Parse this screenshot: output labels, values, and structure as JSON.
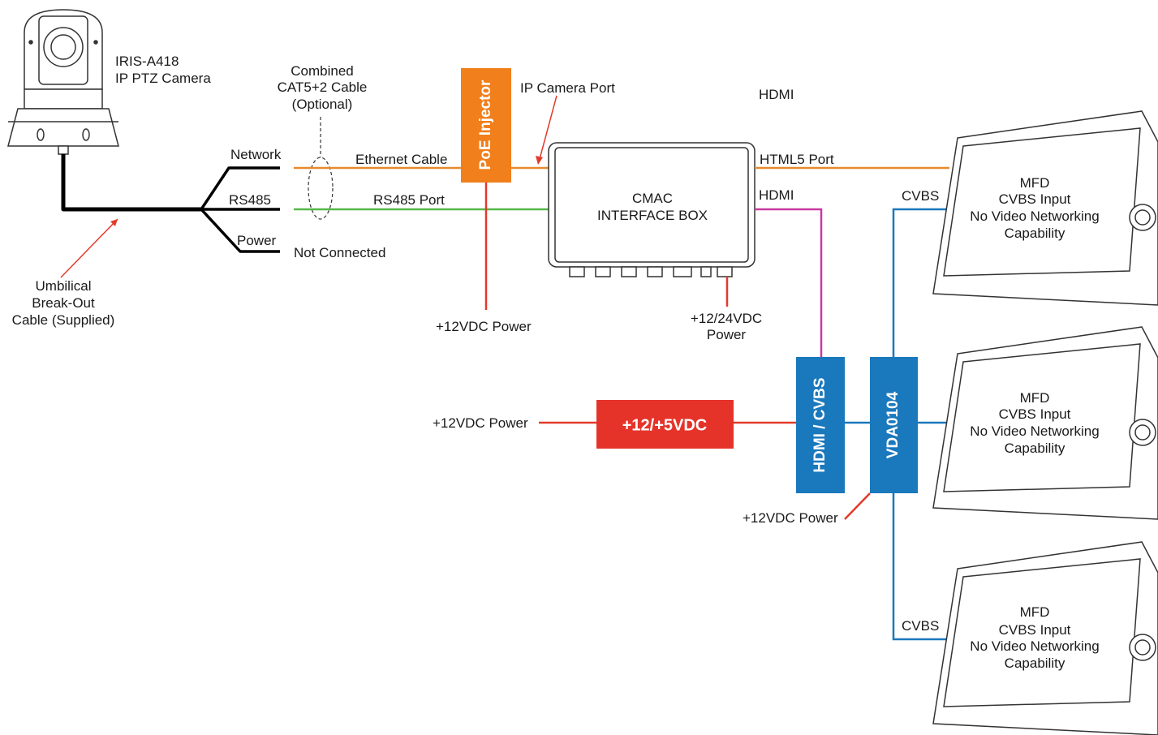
{
  "camera": {
    "label_line1": "IRIS-A418",
    "label_line2": "IP PTZ Camera"
  },
  "umbilical": {
    "line1": "Umbilical",
    "line2": "Break-Out",
    "line3": "Cable (Supplied)"
  },
  "breakout": {
    "network": "Network",
    "rs485": "RS485",
    "power": "Power"
  },
  "combined_cable": {
    "line1": "Combined",
    "line2": "CAT5+2 Cable",
    "line3": "(Optional)"
  },
  "cables": {
    "ethernet": "Ethernet Cable",
    "rs485_port": "RS485 Port",
    "not_connected": "Not Connected",
    "ip_camera_port": "IP Camera Port",
    "html5_port": "HTML5 Port",
    "hdmi_top": "HDMI",
    "hdmi_out": "HDMI",
    "cvbs_top": "CVBS",
    "cvbs_bottom": "CVBS"
  },
  "poe": {
    "label": "PoE Injector",
    "power": "+12VDC Power"
  },
  "cmac": {
    "line1": "CMAC",
    "line2": "INTERFACE BOX",
    "power_line1": "+12/24VDC",
    "power_line2": "Power"
  },
  "converter": {
    "label": "+12/+5VDC",
    "power": "+12VDC Power"
  },
  "hdmi_cvbs": {
    "label": "HDMI / CVBS"
  },
  "vda": {
    "label": "VDA0104",
    "power": "+12VDC Power"
  },
  "mfds": [
    {
      "line1": "MFD",
      "line2": "CVBS Input",
      "line3": "No Video Networking",
      "line4": "Capability"
    },
    {
      "line1": "MFD",
      "line2": "CVBS Input",
      "line3": "No Video Networking",
      "line4": "Capability"
    },
    {
      "line1": "MFD",
      "line2": "CVBS Input",
      "line3": "No Video Networking",
      "line4": "Capability"
    }
  ],
  "colors": {
    "ethernet": "#e8892b",
    "rs485": "#55b849",
    "power": "#e23a2a",
    "hdmi": "#c93a9e",
    "video": "#1a78bd",
    "poe_box": "#f07f1c",
    "converter_box": "#e5332a",
    "blue_box": "#1a78bd"
  }
}
